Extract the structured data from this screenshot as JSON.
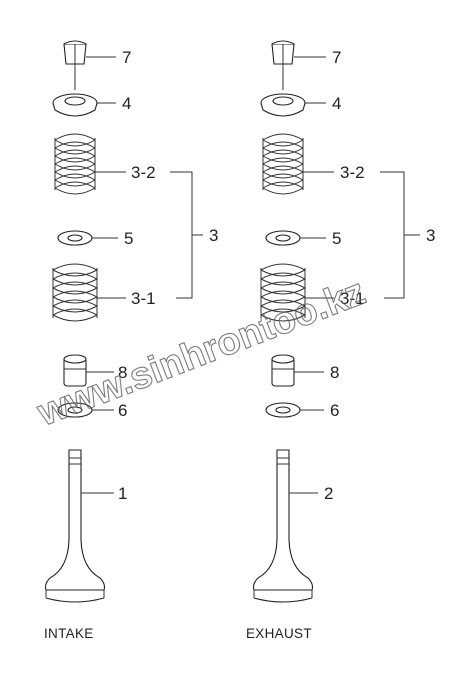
{
  "columns": [
    {
      "caption": "INTAKE",
      "labels": {
        "keeper": "7",
        "retainer": "4",
        "outer_spring": "3-2",
        "spring_assembly": "3",
        "spring_seat": "5",
        "inner_spring": "3-1",
        "stem_seal": "8",
        "lower_seat": "6",
        "valve": "1"
      }
    },
    {
      "caption": "EXHAUST",
      "labels": {
        "keeper": "7",
        "retainer": "4",
        "outer_spring": "3-2",
        "spring_assembly": "3",
        "spring_seat": "5",
        "inner_spring": "3-1",
        "stem_seal": "8",
        "lower_seat": "6",
        "valve": "2"
      }
    }
  ],
  "watermark": "www.sinhrontoo.kz",
  "colors": {
    "line": "#222222",
    "background": "#ffffff"
  }
}
